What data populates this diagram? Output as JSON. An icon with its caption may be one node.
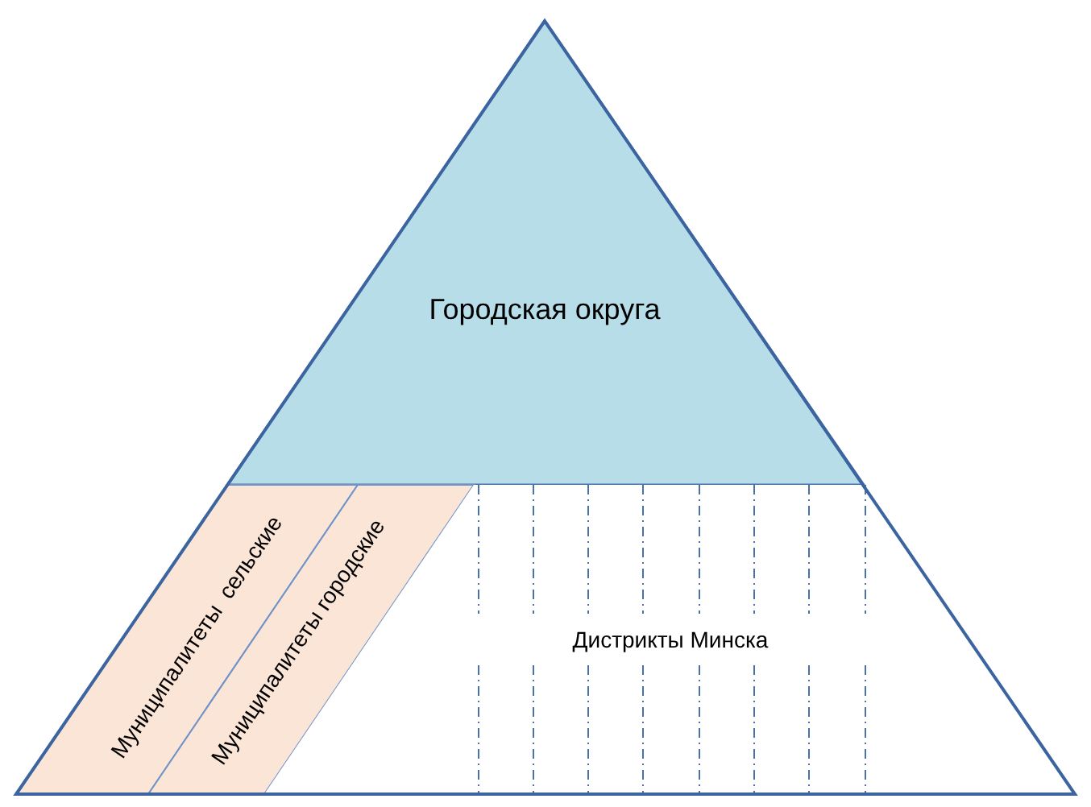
{
  "diagram": {
    "nodes": [
      {
        "text": [
          "Городская округа"
        ]
      },
      {
        "text": [
          "Муниципалитеты  сельские"
        ]
      },
      {
        "text": [
          "Муниципалитеты городские"
        ]
      },
      {
        "text": [
          "Дистрикты Минска"
        ]
      }
    ]
  }
}
